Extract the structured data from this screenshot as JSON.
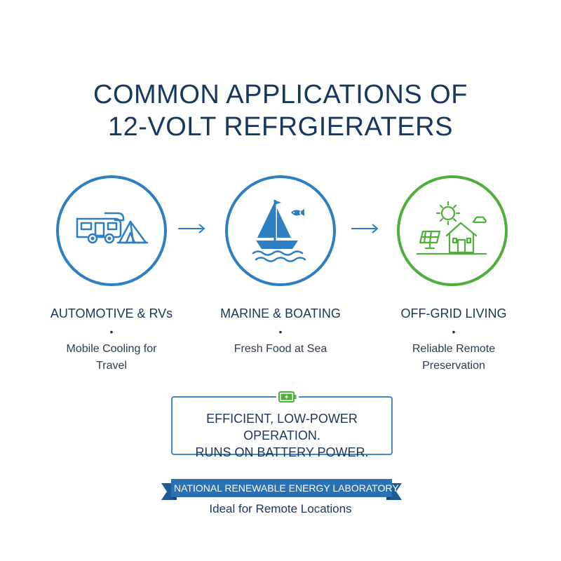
{
  "title": {
    "line1": "COMMON APPLICATIONS OF",
    "line2": "12-VOLT REFRGIERATERS"
  },
  "applications": [
    {
      "title": "AUTOMOTIVE & RVs",
      "bullet": "•",
      "desc": "Mobile Cooling for Travel",
      "icon": "camper-van-and-tent-icon"
    },
    {
      "title": "MARINE & BOATING",
      "bullet": "•",
      "desc": "Fresh Food at Sea",
      "icon": "sailboat-and-fish-icon"
    },
    {
      "title": "OFF-GRID LIVING",
      "bullet": "•",
      "desc": "Reliable Remote Preservation",
      "icon": "sun-solar-panel-house-icon"
    }
  ],
  "feature_box": {
    "icon": "battery-charging-icon",
    "line1": "EFFICIENT, LOW-POWER OPERATION.",
    "line2": "RUNS ON BATTERY POWER."
  },
  "banner": {
    "text": "NATIONAL RENEWABLE ENERGY LABORATORY"
  },
  "caption": "Ideal for Remote Locations",
  "colors": {
    "blue": "#2e7fc2",
    "green": "#4fae3c",
    "navy": "#17375e",
    "banner_blue": "#2a70b3"
  }
}
